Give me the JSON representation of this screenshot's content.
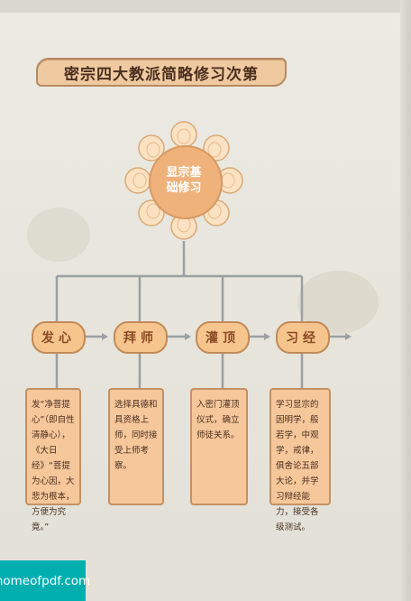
{
  "title": "密宗四大教派简略修习次第",
  "center": {
    "text": "显宗基\n础修习"
  },
  "steps": [
    {
      "label": "发心",
      "text": "发“净菩提心”（即自性清静心），《大日经》“菩提为心因，大悲为根本，方便为究竟。”"
    },
    {
      "label": "拜师",
      "text": "选择具德和具资格上师，同时接受上师考察。"
    },
    {
      "label": "灌顶",
      "text": "入密门灌顶仪式，确立师徒关系。"
    },
    {
      "label": "习经",
      "text": "学习显宗的因明学，般若学，中观学，戒律，俱舍论五部大论，并学习辩经能力，接受各级测试。"
    }
  ],
  "watermark": "homeofpdf.com",
  "colors": {
    "banner": "#efc9a0",
    "step_fill": "#f6c58e",
    "card_fill": "#f6c79a",
    "line": "#9aa0a3",
    "watermark": "#00aeb0"
  }
}
